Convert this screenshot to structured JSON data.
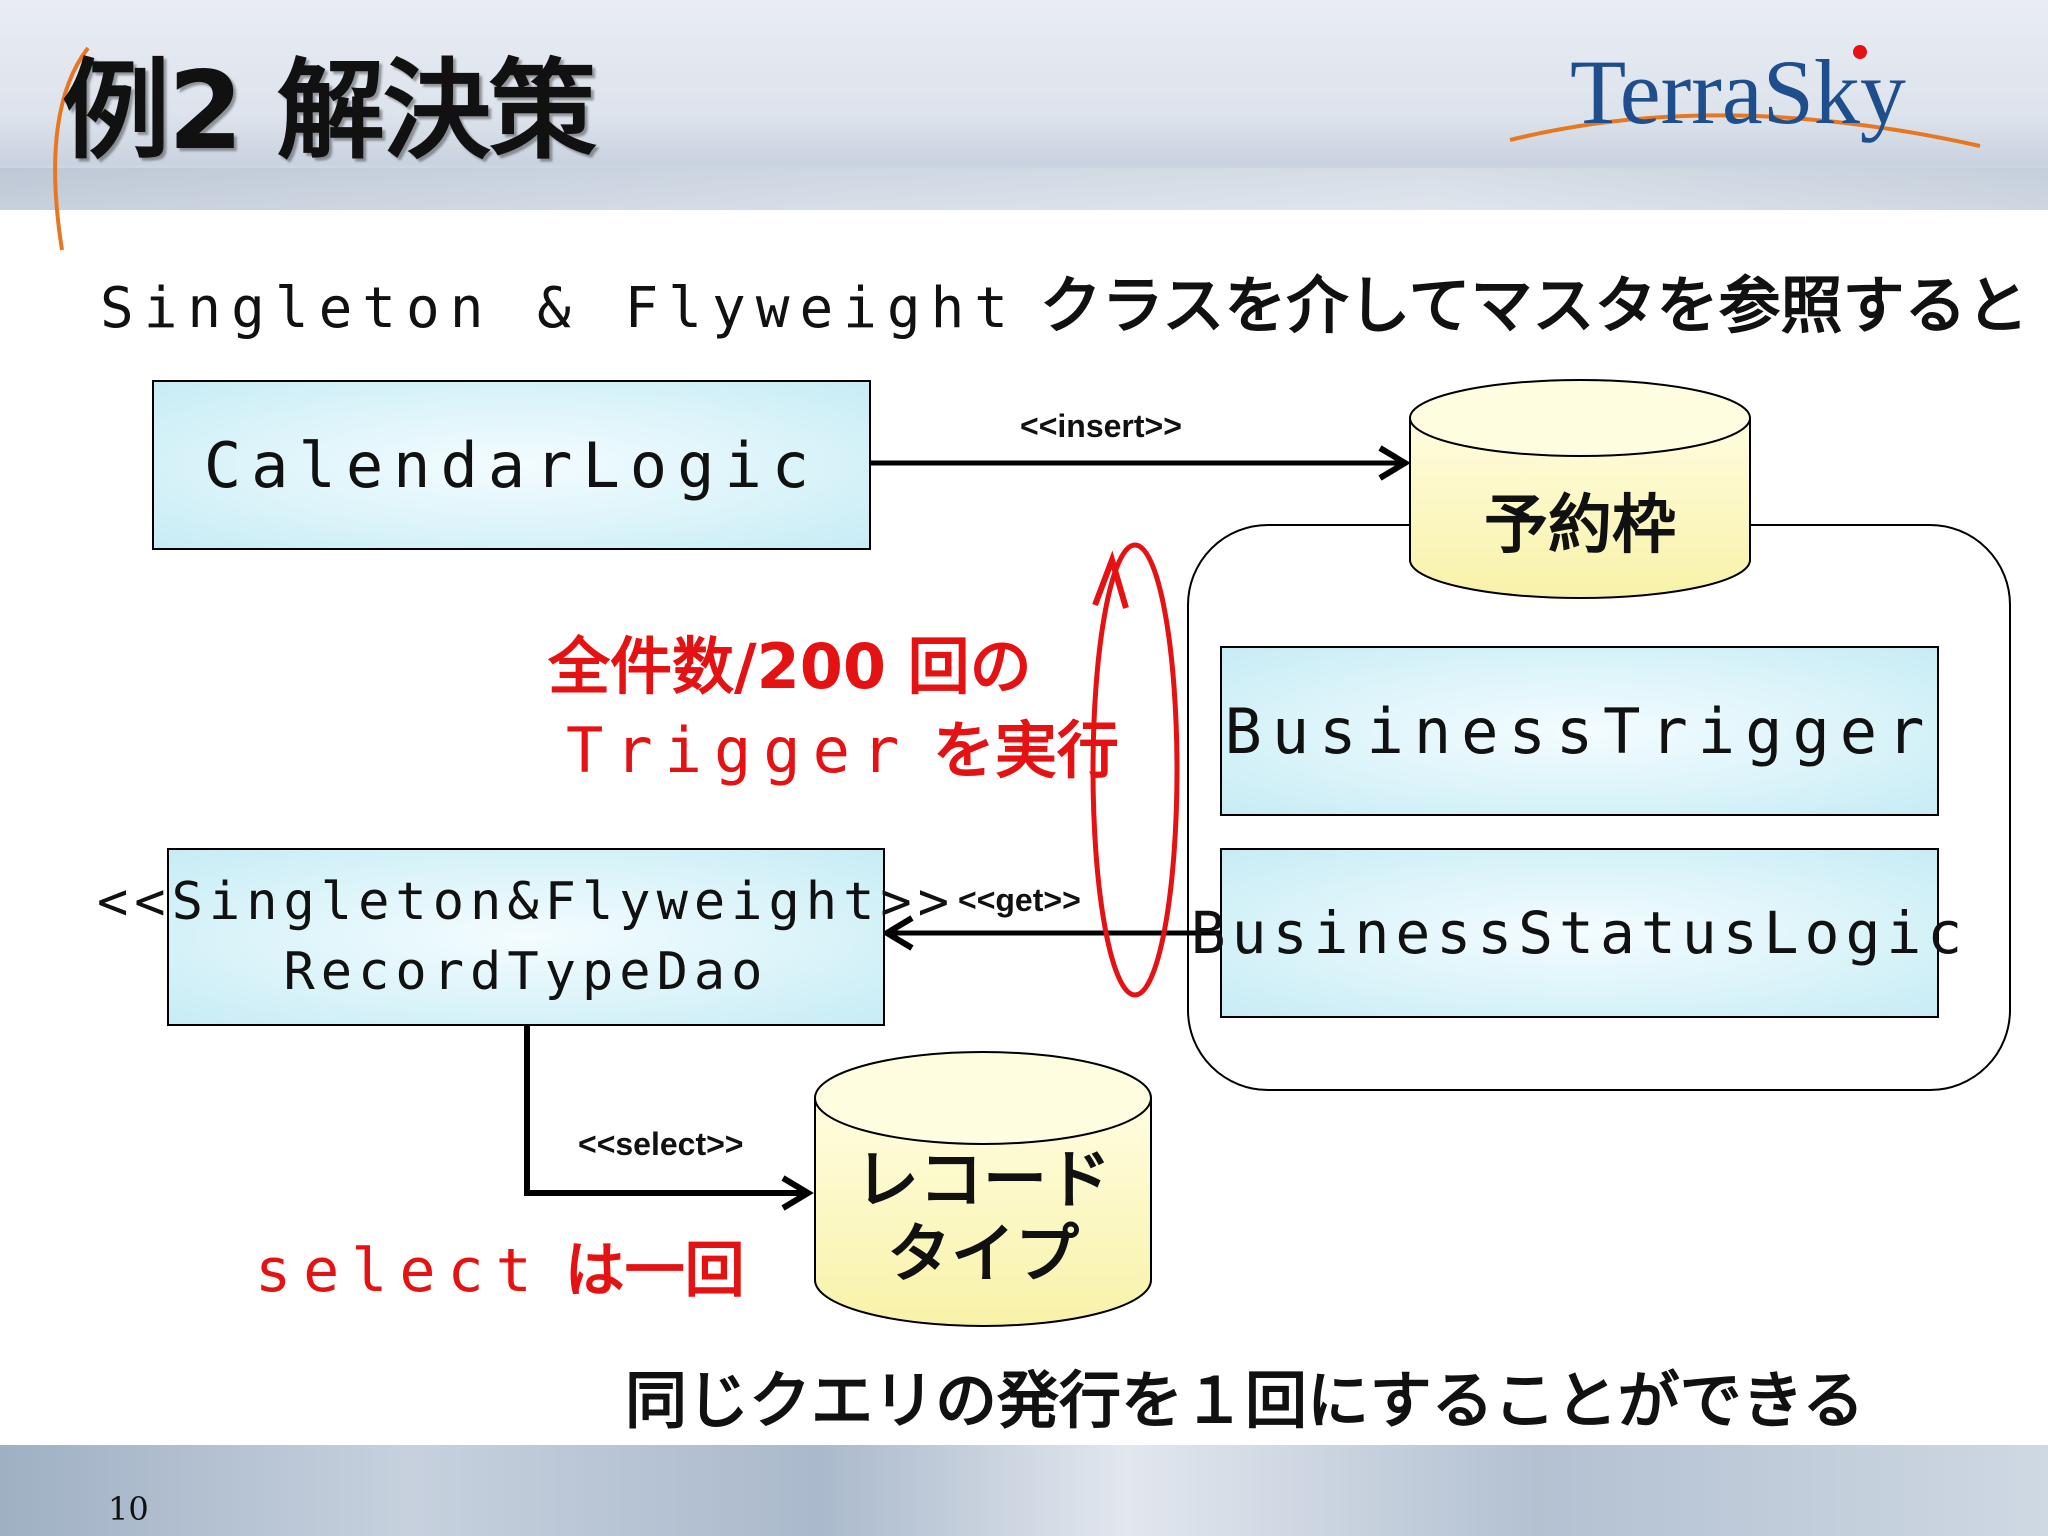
{
  "header": {
    "title": "例2 解決策",
    "logo_text": "TerraSky"
  },
  "subtitle": {
    "code": "Singleton & Flyweight",
    "text": "クラスを介してマスタを参照すると"
  },
  "diagram": {
    "calendar_logic": "CalendarLogic",
    "record_type_dao_stereotype": "<<Singleton&Flyweight>>",
    "record_type_dao": "RecordTypeDao",
    "business_trigger": "BusinessTrigger",
    "business_status_logic": "BusinessStatusLogic",
    "db_reservation": "予約枠",
    "db_record_type_line1": "レコード",
    "db_record_type_line2": "タイプ",
    "edge_insert": "<<insert>>",
    "edge_get": "<<get>>",
    "edge_select": "<<select>>"
  },
  "notes": {
    "loop_line1": "全件数/200 回の",
    "loop_line2_code": "Trigger",
    "loop_line2_text": "を実行",
    "select_code": "select",
    "select_text": "は一回"
  },
  "conclusion": "同じクエリの発行を１回にすることができる",
  "page_number": "10",
  "colors": {
    "box_fill": "#d9f3f9",
    "cylinder_fill": "#fdfbc4",
    "note_red": "#e41212",
    "logo_blue": "#1f4e8c",
    "logo_orange": "#e87722"
  }
}
